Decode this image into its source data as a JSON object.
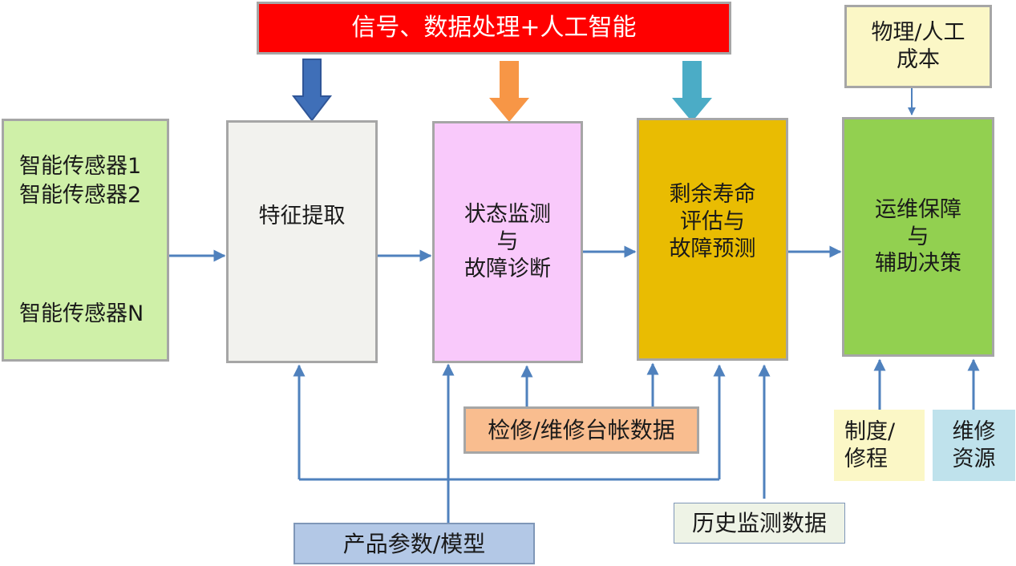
{
  "banner": {
    "label": "信号、数据处理+人工智能",
    "color": "#ff0000"
  },
  "sensors": {
    "lines": [
      "智能传感器1",
      "智能传感器2",
      "智能传感器N"
    ]
  },
  "feature_extraction": {
    "label": "特征提取"
  },
  "state_monitoring": {
    "lines": [
      "状态监测",
      "与",
      "故障诊断"
    ]
  },
  "rul_prediction": {
    "lines": [
      "剩余寿命",
      "评估与",
      "故障预测"
    ]
  },
  "operations_support": {
    "lines": [
      "运维保障",
      "与",
      "辅助决策"
    ]
  },
  "cost": {
    "lines": [
      "物理/人工",
      "成本"
    ]
  },
  "maintenance_ledger": {
    "label": "检修/维修台帐数据"
  },
  "product_params": {
    "label": "产品参数/模型"
  },
  "history_data": {
    "label": "历史监测数据"
  },
  "policy": {
    "lines": [
      "制度/",
      "修程"
    ]
  },
  "resources": {
    "lines": [
      "维修",
      "资源"
    ]
  },
  "arrow_colors": {
    "blue": "#4472c4",
    "orange": "#f79646",
    "teal": "#4bacc6",
    "connector": "#4f81bd"
  }
}
